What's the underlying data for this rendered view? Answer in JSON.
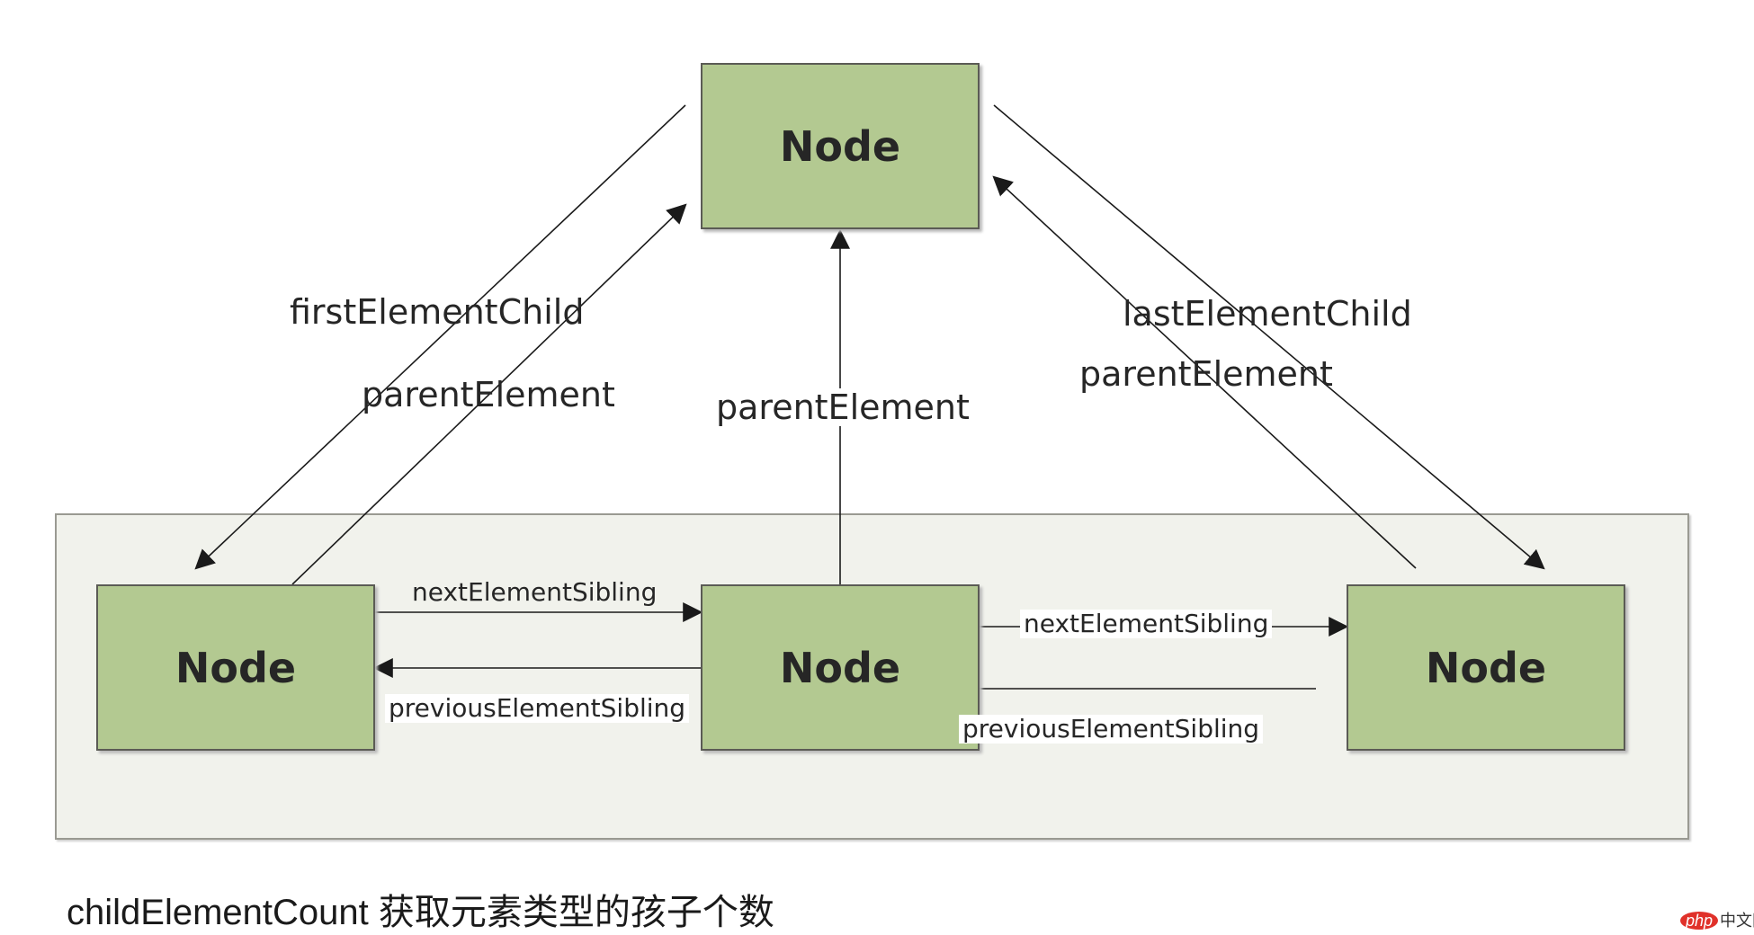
{
  "nodes": {
    "top": "Node",
    "left": "Node",
    "middle": "Node",
    "right": "Node"
  },
  "edges": {
    "first_element_child": "firstElementChild",
    "parent_element_left": "parentElement",
    "parent_element_middle": "parentElement",
    "last_element_child": "lastElementChild",
    "parent_element_right": "parentElement",
    "next_sibling_1": "nextElementSibling",
    "previous_sibling_1": "previousElementSibling",
    "next_sibling_2": "nextElementSibling",
    "previous_sibling_2": "previousElementSibling"
  },
  "caption": "childElementCount 获取元素类型的孩子个数",
  "watermark": {
    "brand": "php",
    "site": "中文网"
  },
  "colors": {
    "node_fill": "#b3c991",
    "group_fill": "#f1f2ec",
    "line": "#1a1a1a"
  }
}
